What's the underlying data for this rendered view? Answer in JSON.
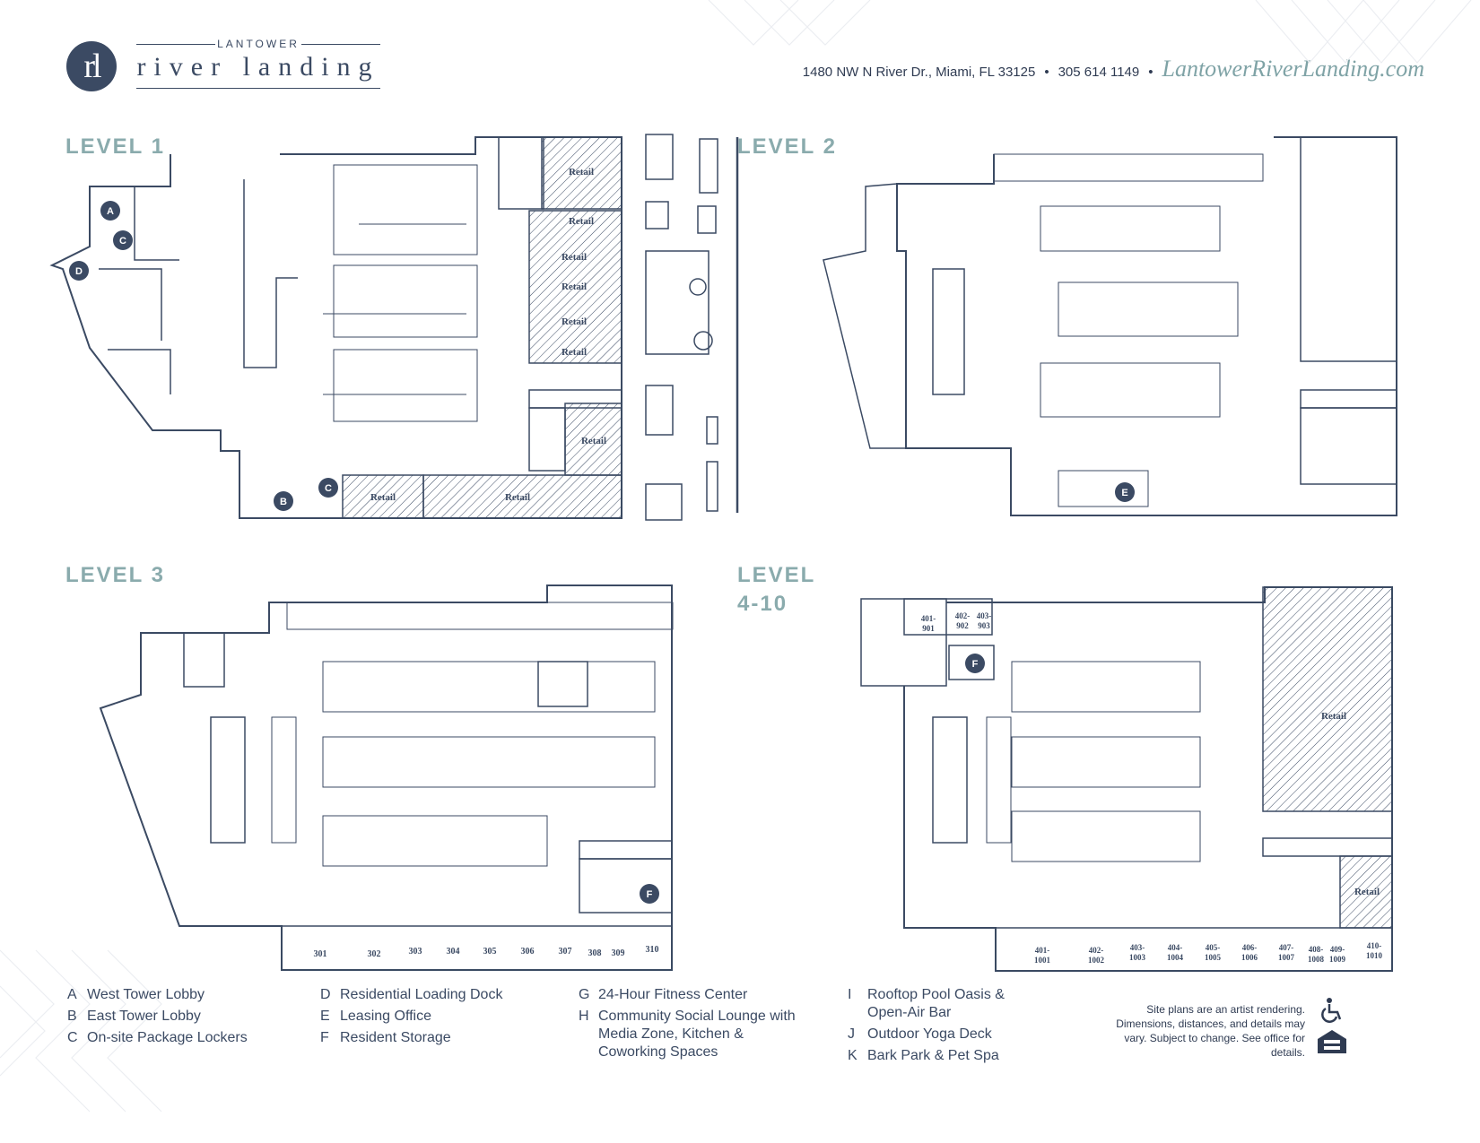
{
  "brand": {
    "logo_mark": "rl",
    "company": "LANTOWER",
    "name": "river landing"
  },
  "contact": {
    "address": "1480 NW N River Dr., Miami, FL 33125",
    "separator": "•",
    "phone": "305 614 1149",
    "website": "LantowerRiverLanding.com"
  },
  "levels": [
    {
      "title_line1": "LEVEL 1",
      "title_line2": ""
    },
    {
      "title_line1": "LEVEL 2",
      "title_line2": ""
    },
    {
      "title_line1": "LEVEL 3",
      "title_line2": ""
    },
    {
      "title_line1": "LEVEL",
      "title_line2": "4-10"
    }
  ],
  "plan_labels": {
    "retail": "Retail",
    "markers": {
      "a": "A",
      "b": "B",
      "c": "C",
      "d": "D",
      "e": "E",
      "f": "F"
    },
    "level3_units": [
      "301",
      "302",
      "303",
      "304",
      "305",
      "306",
      "307",
      "308",
      "309",
      "310"
    ],
    "level4_units": [
      {
        "top": "401-",
        "bottom": "1001"
      },
      {
        "top": "402-",
        "bottom": "1002"
      },
      {
        "top": "403-",
        "bottom": "1003"
      },
      {
        "top": "404-",
        "bottom": "1004"
      },
      {
        "top": "405-",
        "bottom": "1005"
      },
      {
        "top": "406-",
        "bottom": "1006"
      },
      {
        "top": "407-",
        "bottom": "1007"
      },
      {
        "top": "408-",
        "bottom": "1008"
      },
      {
        "top": "409-",
        "bottom": "1009"
      },
      {
        "top": "410-",
        "bottom": "1010"
      }
    ],
    "level4_top_units": [
      {
        "top": "401-",
        "bottom": "901"
      },
      {
        "top": "402-",
        "bottom": "902"
      },
      {
        "top": "403-",
        "bottom": "903"
      }
    ]
  },
  "legend": [
    [
      {
        "key": "A",
        "label": "West Tower Lobby"
      },
      {
        "key": "B",
        "label": "East Tower Lobby"
      },
      {
        "key": "C",
        "label": "On-site Package Lockers"
      }
    ],
    [
      {
        "key": "D",
        "label": "Residential Loading Dock"
      },
      {
        "key": "E",
        "label": "Leasing Office"
      },
      {
        "key": "F",
        "label": "Resident Storage"
      }
    ],
    [
      {
        "key": "G",
        "label": "24-Hour Fitness Center"
      },
      {
        "key": "H",
        "label": "Community Social Lounge with Media Zone, Kitchen & Coworking Spaces"
      }
    ],
    [
      {
        "key": "I",
        "label": "Rooftop Pool Oasis & Open-Air Bar"
      },
      {
        "key": "J",
        "label": "Outdoor Yoga Deck"
      },
      {
        "key": "K",
        "label": "Bark Park & Pet Spa"
      }
    ]
  ],
  "disclaimer": "Site plans are an artist rendering. Dimensions, distances, and details may vary. Subject to change. See office for details.",
  "icons": [
    "wheelchair-accessible-icon",
    "equal-housing-icon"
  ],
  "colors": {
    "navy": "#3b4a63",
    "teal": "#7fa3a6",
    "title": "#8aabad"
  }
}
